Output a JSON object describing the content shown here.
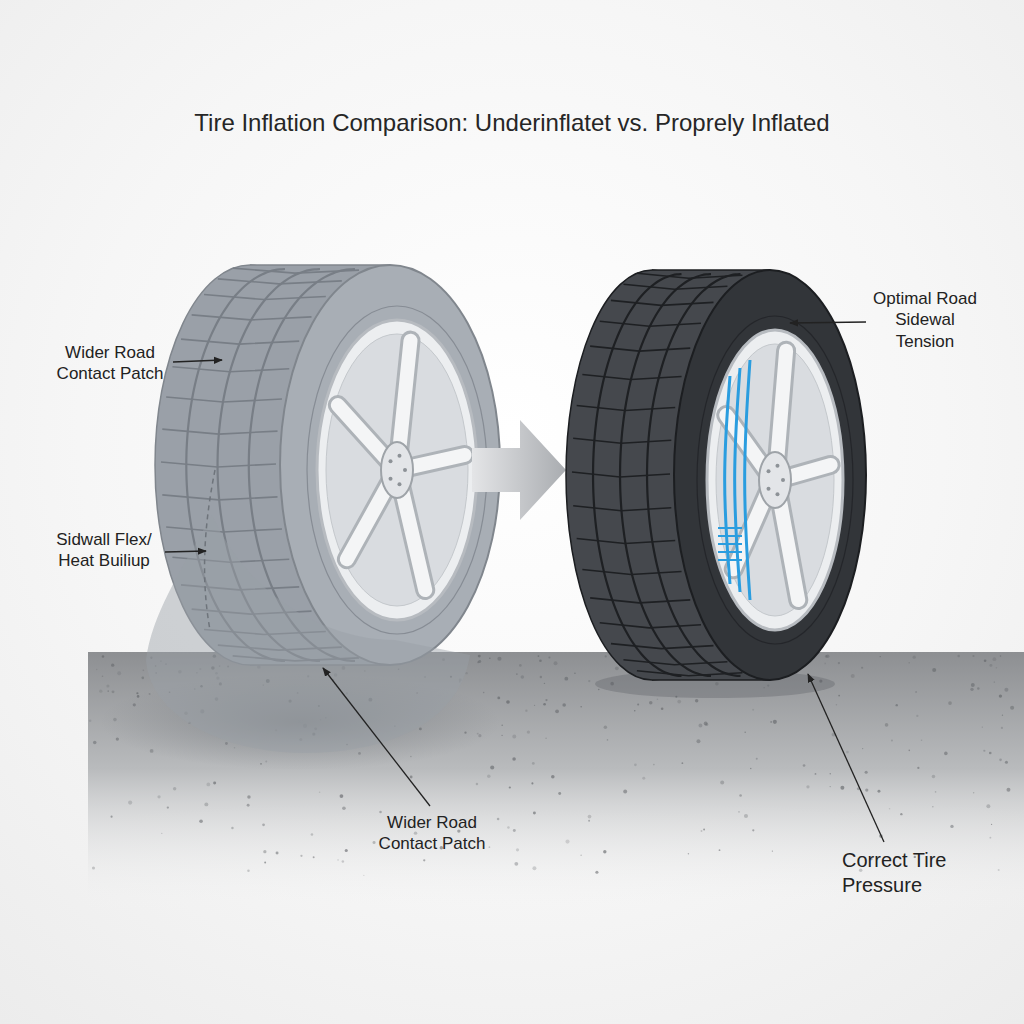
{
  "diagram": {
    "title": "Tire Inflation Comparison: Underinflatet vs. Proprely Inflated",
    "labels": [
      "Wider Road Contact Patch",
      "Sidwall Flex/ Heat Builiup",
      "Wider Road Contact Patch",
      "Optimal Road Sidewal Tension",
      "Correct Tire Pressure"
    ]
  }
}
